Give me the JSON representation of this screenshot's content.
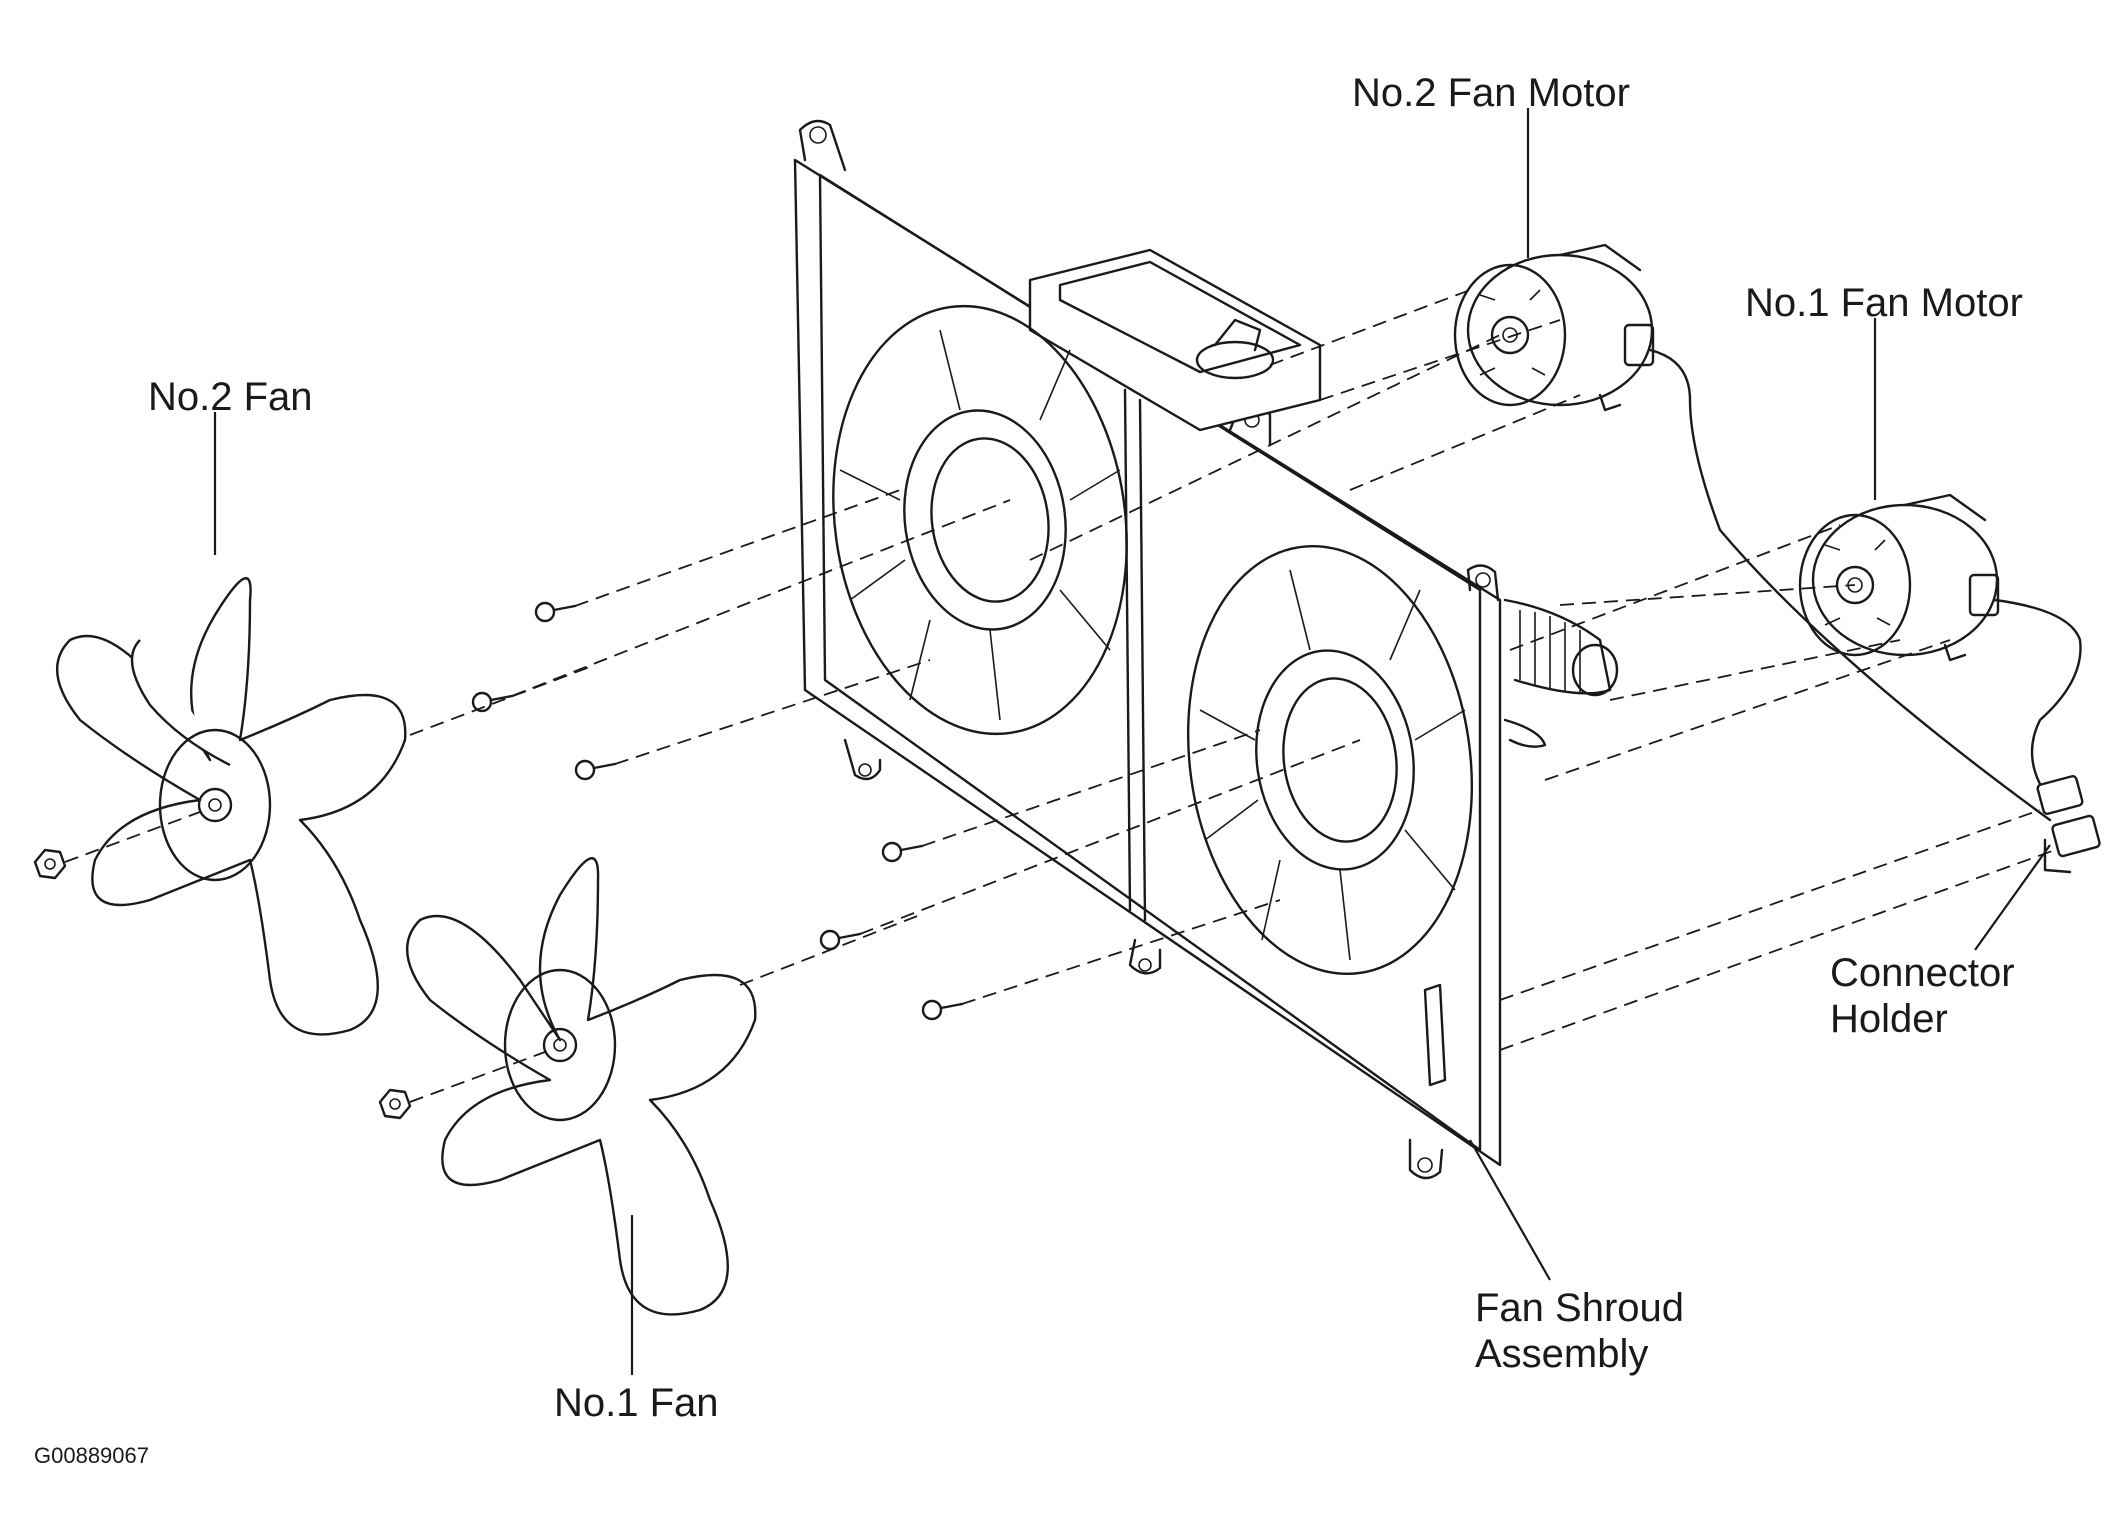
{
  "diagram": {
    "labels": {
      "no2_fan_motor": "No.2 Fan Motor",
      "no1_fan_motor": "No.1 Fan Motor",
      "no2_fan": "No.2 Fan",
      "no1_fan": "No.1 Fan",
      "connector_holder_line1": "Connector",
      "connector_holder_line2": "Holder",
      "fan_shroud_line1": "Fan Shroud",
      "fan_shroud_line2": "Assembly"
    },
    "figure_code": "G00889067",
    "line_color": "#1a1a1a",
    "background": "#ffffff"
  }
}
